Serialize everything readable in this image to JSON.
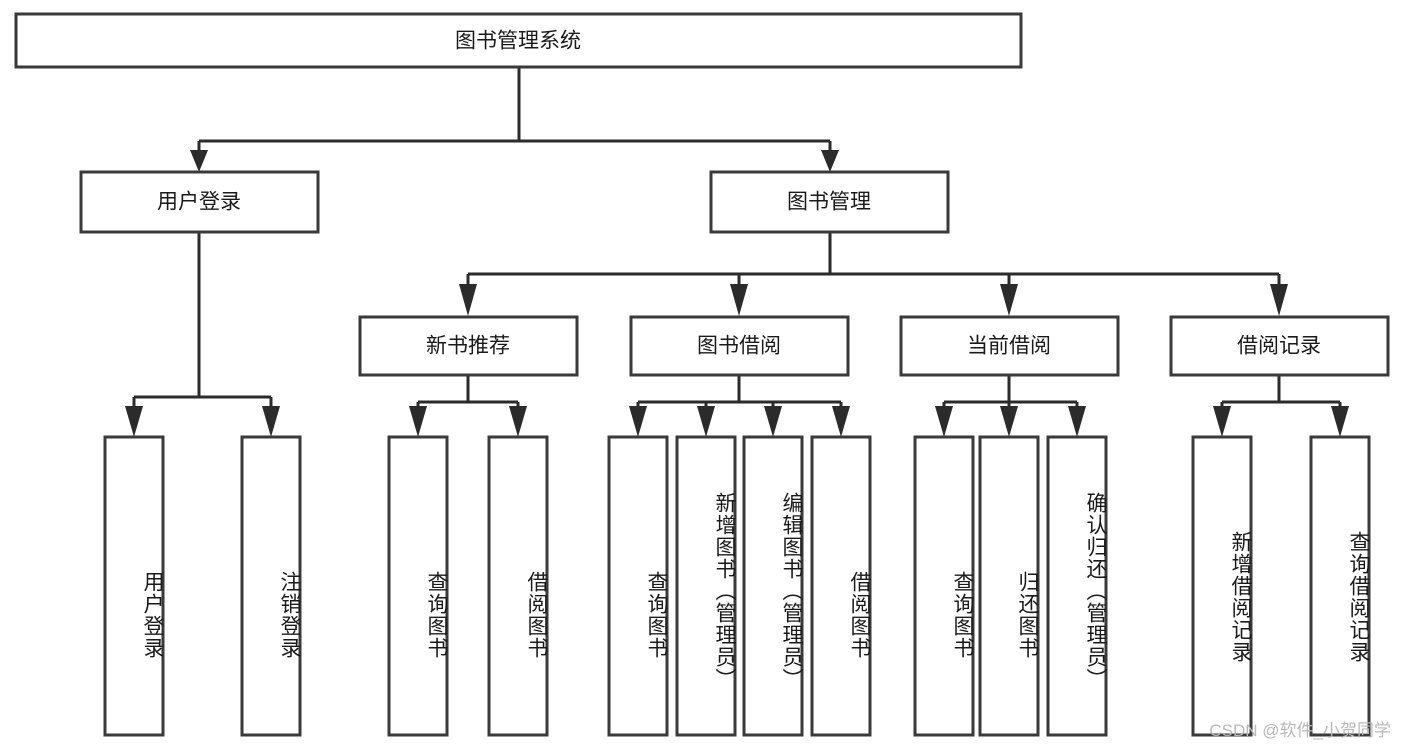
{
  "diagram": {
    "type": "hierarchy-tree",
    "title_node": {
      "label": "图书管理系统"
    },
    "level1": [
      {
        "id": "user-login",
        "label": "用户登录"
      },
      {
        "id": "book-management",
        "label": "图书管理"
      }
    ],
    "level2": [
      {
        "id": "new-book-recommend",
        "label": "新书推荐",
        "parent": "book-management"
      },
      {
        "id": "book-borrow",
        "label": "图书借阅",
        "parent": "book-management"
      },
      {
        "id": "current-borrow",
        "label": "当前借阅",
        "parent": "book-management"
      },
      {
        "id": "borrow-record",
        "label": "借阅记录",
        "parent": "book-management"
      }
    ],
    "leaves": {
      "user-login": [
        {
          "id": "leaf-user-login",
          "label": "用户登录"
        },
        {
          "id": "leaf-user-logout",
          "label": "注销登录"
        }
      ],
      "new-book-recommend": [
        {
          "id": "leaf-query-book-1",
          "label": "查询图书"
        },
        {
          "id": "leaf-borrow-book-1",
          "label": "借阅图书"
        }
      ],
      "book-borrow": [
        {
          "id": "leaf-query-book-2",
          "label": "查询图书"
        },
        {
          "id": "leaf-add-book",
          "label": "新增图书（管理员）"
        },
        {
          "id": "leaf-edit-book",
          "label": "编辑图书（管理员）"
        },
        {
          "id": "leaf-borrow-book-2",
          "label": "借阅图书"
        }
      ],
      "current-borrow": [
        {
          "id": "leaf-query-book-3",
          "label": "查询图书"
        },
        {
          "id": "leaf-return-book",
          "label": "归还图书"
        },
        {
          "id": "leaf-confirm-return",
          "label": "确认归还（管理员）"
        }
      ],
      "borrow-record": [
        {
          "id": "leaf-add-record",
          "label": "新增借阅记录"
        },
        {
          "id": "leaf-query-record",
          "label": "查询借阅记录"
        }
      ]
    },
    "colors": {
      "box_stroke": "#3a3a3a",
      "connector": "#2b2b2b",
      "background": "#ffffff",
      "text": "#1a1a1a",
      "watermark": "#b9b9b9"
    }
  },
  "watermark": {
    "text": "CSDN @软件_小贺同学"
  }
}
